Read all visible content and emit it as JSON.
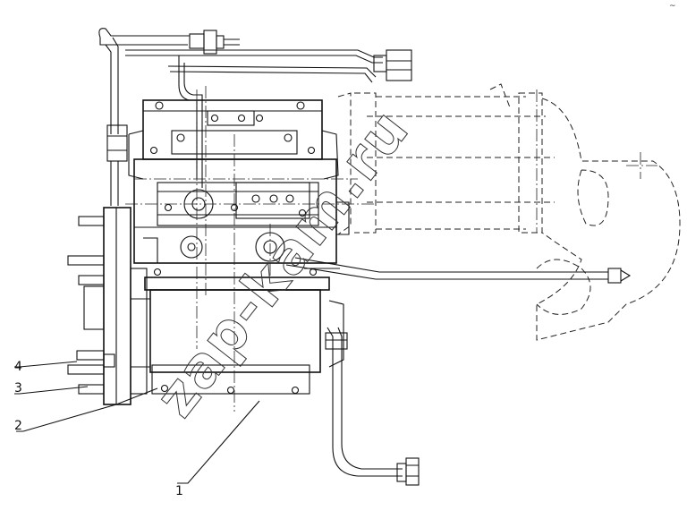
{
  "watermark": "zap-kam.ru",
  "corner_mark": "~",
  "callouts": [
    {
      "id": "callout-1",
      "label": "1"
    },
    {
      "id": "callout-2",
      "label": "2"
    },
    {
      "id": "callout-3",
      "label": "3"
    },
    {
      "id": "callout-4",
      "label": "4"
    }
  ],
  "colors": {
    "line": "#111111",
    "background": "#ffffff"
  }
}
